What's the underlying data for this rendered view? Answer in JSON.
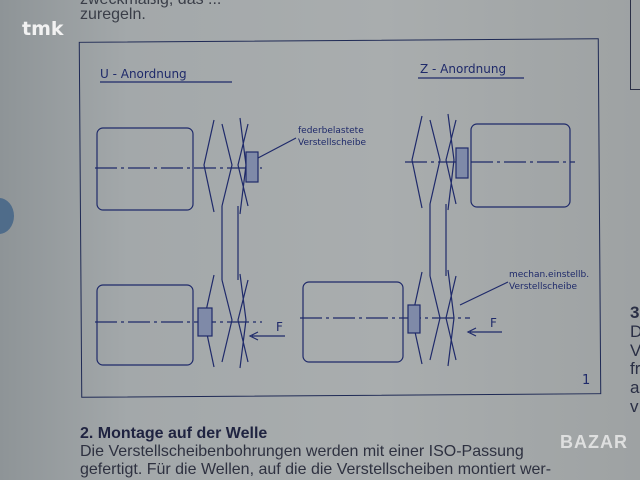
{
  "watermark": "tmk",
  "top_text": {
    "line1": "zweckmäßig, das ...",
    "line2": "zuregeln."
  },
  "figure": {
    "label_u": "U - Anordnung",
    "label_z": "Z - Anordnung",
    "annotation_spring": [
      "federbelastete",
      "Verstellscheibe"
    ],
    "annotation_mech": [
      "mechan.einstellb.",
      "Verstellscheibe"
    ],
    "force_label": "F",
    "number": "1",
    "line_color": "#1f2a6a"
  },
  "section": {
    "heading": "2. Montage auf der Welle",
    "lines": [
      "Die Verstellscheibenbohrungen werden mit einer ISO-Passung",
      "gefertigt. Für die Wellen, auf die die Verstellscheiben montiert wer-"
    ]
  },
  "right_column": [
    "3",
    "D",
    "V",
    "fr",
    "a",
    "v"
  ],
  "badge": "BAZAR"
}
